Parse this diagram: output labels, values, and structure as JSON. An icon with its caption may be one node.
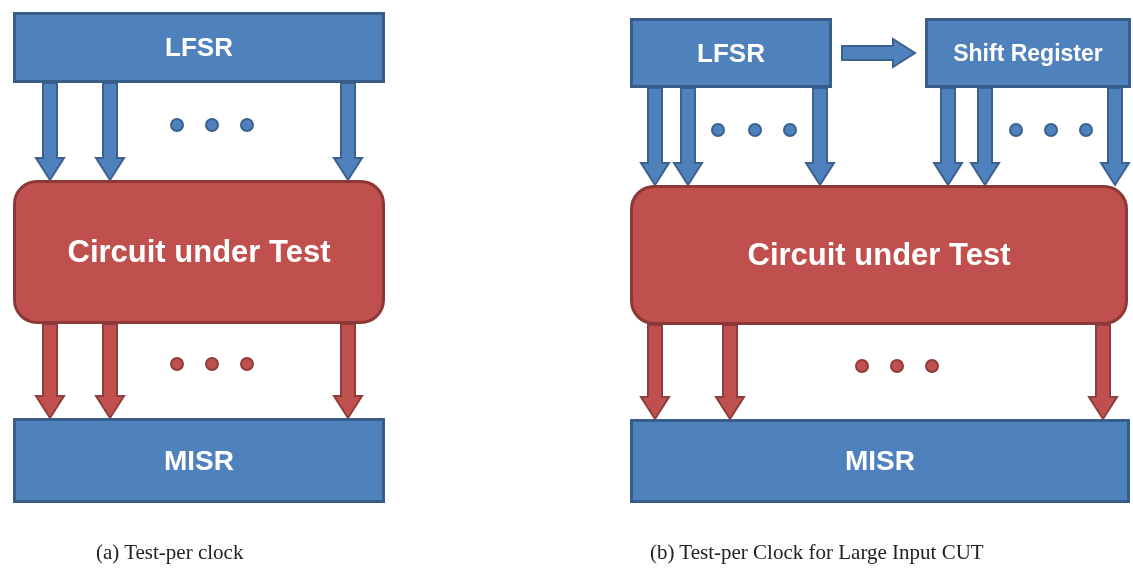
{
  "diagram": {
    "nodes": [
      {
        "text": [
          "LFSR"
        ]
      },
      {
        "text": [
          "Circuit under Test"
        ]
      },
      {
        "text": [
          "MISR"
        ]
      },
      {
        "text": [
          "LFSR"
        ]
      },
      {
        "text": [
          "Shift Register"
        ]
      },
      {
        "text": [
          "Circuit under Test"
        ]
      },
      {
        "text": [
          "MISR"
        ]
      }
    ],
    "edges": [
      {
        "from": 0,
        "to": 1,
        "arrow": "to"
      },
      {
        "from": 0,
        "to": 1,
        "arrow": "to"
      },
      {
        "from": 0,
        "to": 1,
        "arrow": "to"
      },
      {
        "from": 1,
        "to": 2,
        "arrow": "to",
        "color": "#c0504d"
      },
      {
        "from": 1,
        "to": 2,
        "arrow": "to",
        "color": "#c0504d"
      },
      {
        "from": 1,
        "to": 2,
        "arrow": "to",
        "color": "#c0504d"
      },
      {
        "from": 3,
        "to": 4,
        "arrow": "to"
      },
      {
        "from": 3,
        "to": 5,
        "arrow": "to"
      },
      {
        "from": 3,
        "to": 5,
        "arrow": "to"
      },
      {
        "from": 3,
        "to": 5,
        "arrow": "to"
      },
      {
        "from": 4,
        "to": 5,
        "arrow": "to"
      },
      {
        "from": 4,
        "to": 5,
        "arrow": "to"
      },
      {
        "from": 4,
        "to": 5,
        "arrow": "to"
      },
      {
        "from": 5,
        "to": 6,
        "arrow": "to",
        "color": "#c0504d"
      },
      {
        "from": 5,
        "to": 6,
        "arrow": "to",
        "color": "#c0504d"
      },
      {
        "from": 5,
        "to": 6,
        "arrow": "to",
        "color": "#c0504d"
      }
    ],
    "labels": [
      "(a) Test-per clock",
      "(b) Test-per Clock for Large Input CUT"
    ]
  }
}
